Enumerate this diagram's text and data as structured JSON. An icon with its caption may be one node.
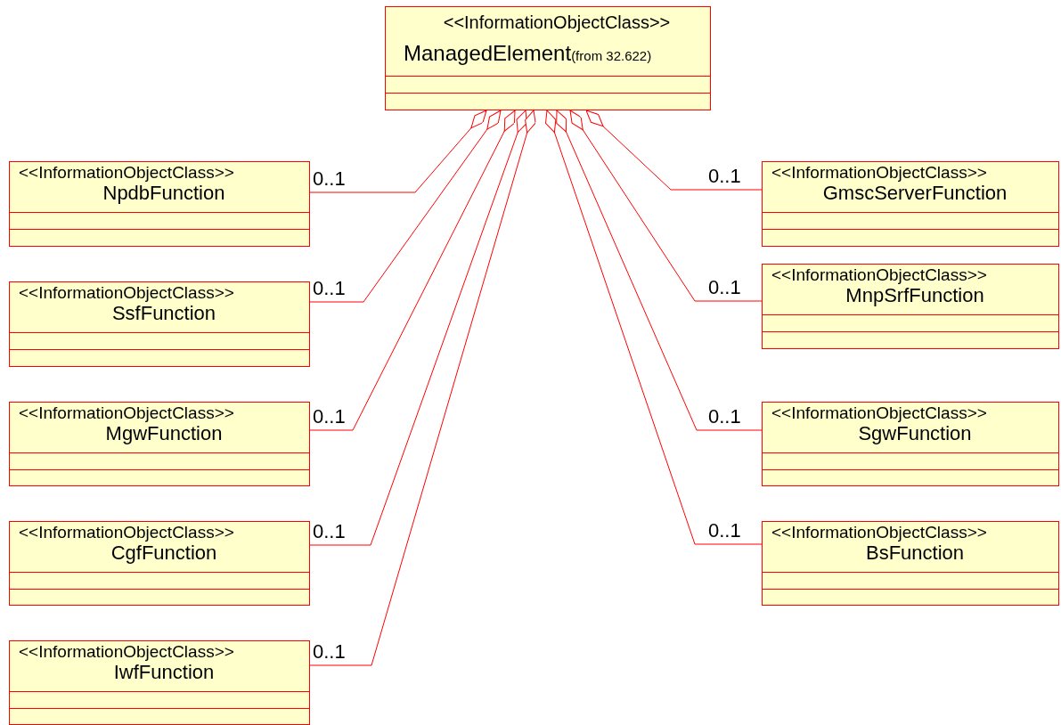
{
  "diagram": {
    "nodes": [
      {
        "text": [
          "<<InformationObjectClass>>",
          "ManagedElement",
          "(from 32.622)"
        ]
      },
      {
        "text": [
          "<<InformationObjectClass>>",
          "NpdbFunction"
        ]
      },
      {
        "text": [
          "<<InformationObjectClass>>",
          "GmscServerFunction"
        ]
      },
      {
        "text": [
          "<<InformationObjectClass>>",
          "SsfFunction"
        ]
      },
      {
        "text": [
          "<<InformationObjectClass>>",
          "MnpSrfFunction"
        ]
      },
      {
        "text": [
          "<<InformationObjectClass>>",
          "MgwFunction"
        ]
      },
      {
        "text": [
          "<<InformationObjectClass>>",
          "SgwFunction"
        ]
      },
      {
        "text": [
          "<<InformationObjectClass>>",
          "CgfFunction"
        ]
      },
      {
        "text": [
          "<<InformationObjectClass>>",
          "BsFunction"
        ]
      },
      {
        "text": [
          "<<InformationObjectClass>>",
          "IwfFunction"
        ]
      }
    ],
    "edges": [
      {
        "from": 0,
        "to": 1,
        "arrow": "other",
        "label": "0..1"
      },
      {
        "from": 0,
        "to": 2,
        "arrow": "other",
        "label": "0..1"
      },
      {
        "from": 0,
        "to": 3,
        "arrow": "other",
        "label": "0..1"
      },
      {
        "from": 0,
        "to": 4,
        "arrow": "other",
        "label": "0..1"
      },
      {
        "from": 0,
        "to": 5,
        "arrow": "other",
        "label": "0..1"
      },
      {
        "from": 0,
        "to": 6,
        "arrow": "other",
        "label": "0..1"
      },
      {
        "from": 0,
        "to": 7,
        "arrow": "other",
        "label": "0..1"
      },
      {
        "from": 0,
        "to": 8,
        "arrow": "other",
        "label": "0..1"
      },
      {
        "from": 0,
        "to": 9,
        "arrow": "other",
        "label": "0..1"
      }
    ]
  }
}
